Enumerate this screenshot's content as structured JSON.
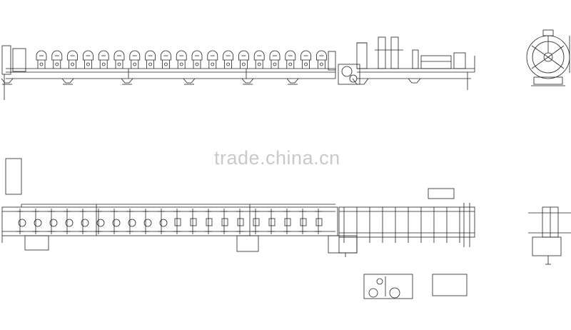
{
  "watermark": {
    "text": "trade.china.cn"
  },
  "drawing": {
    "line_color": "#222222",
    "roll_stand_count_elevation": 19,
    "roll_stand_count_plan": 20
  }
}
